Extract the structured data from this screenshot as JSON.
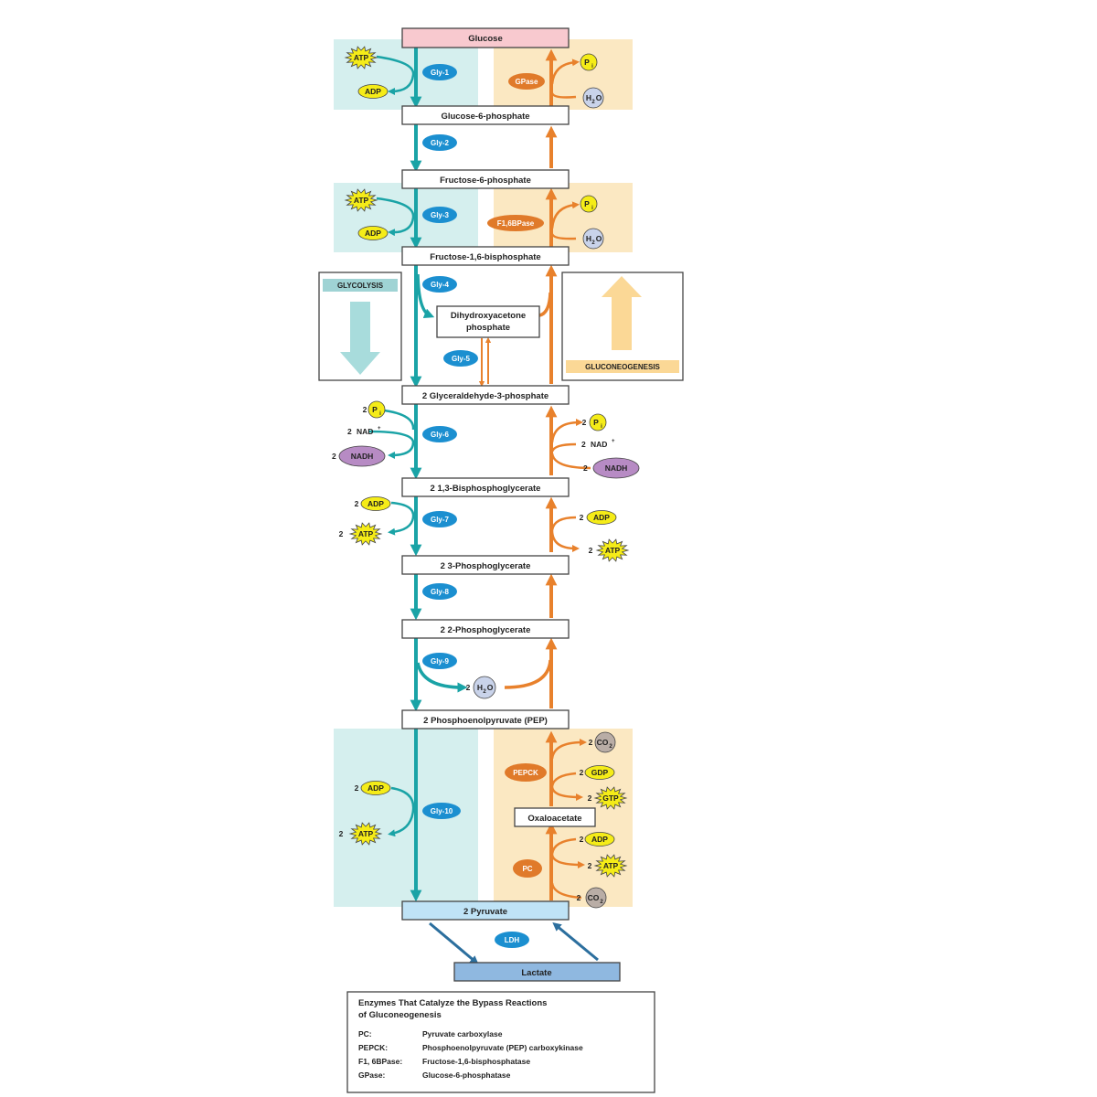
{
  "metabolites": {
    "glucose": "Glucose",
    "g6p": "Glucose-6-phosphate",
    "f6p": "Fructose-6-phosphate",
    "f16bp": "Fructose-1,6-bisphosphate",
    "dhap_1": "Dihydroxyacetone",
    "dhap_2": "phosphate",
    "g3p": "2 Glyceraldehyde-3-phosphate",
    "bpg": "2 1,3-Bisphosphoglycerate",
    "pg3": "2 3-Phosphoglycerate",
    "pg2": "2 2-Phosphoglycerate",
    "pep": "2 Phosphoenolpyruvate (PEP)",
    "oaa": "Oxaloacetate",
    "pyruvate": "2 Pyruvate",
    "lactate": "Lactate"
  },
  "enzymes": {
    "gly1": "Gly-1",
    "gly2": "Gly-2",
    "gly3": "Gly-3",
    "gly4": "Gly-4",
    "gly5": "Gly-5",
    "gly6": "Gly-6",
    "gly7": "Gly-7",
    "gly8": "Gly-8",
    "gly9": "Gly-9",
    "gly10": "Gly-10",
    "ldh": "LDH",
    "gpase": "GPase",
    "f16bpase": "F1,6BPase",
    "pepck": "PEPCK",
    "pc": "PC"
  },
  "cofactors": {
    "atp": "ATP",
    "adp": "ADP",
    "pi": "P",
    "pi_sub": "i",
    "h2o_h": "H",
    "h2o_sub": "2",
    "h2o_o": "O",
    "nad": "NAD",
    "nad_sup": "+",
    "nadh": "NADH",
    "gdp": "GDP",
    "gtp": "GTP",
    "co2_c": "CO",
    "co2_sub": "2",
    "two": "2"
  },
  "panels": {
    "glycolysis": "GLYCOLYSIS",
    "gluconeogenesis": "GLUCONEOGENESIS"
  },
  "legend": {
    "title_1": "Enzymes That Catalyze the Bypass Reactions",
    "title_2": "of Gluconeogenesis",
    "rows": [
      {
        "abbr": "PC:",
        "name": "Pyruvate carboxylase"
      },
      {
        "abbr": "PEPCK:",
        "name": "Phosphoenolpyruvate (PEP) carboxykinase"
      },
      {
        "abbr": "F1, 6BPase:",
        "name": "Fructose-1,6-bisphosphatase"
      },
      {
        "abbr": "GPase:",
        "name": "Glucose-6-phosphatase"
      }
    ]
  },
  "colors": {
    "glycolysis_arrow": "#1aa3a6",
    "gluconeo_arrow": "#e8812c",
    "enzyme_blue": "#1b8fd0",
    "enzyme_orange": "#e07a2a",
    "teal_bg": "#d5efee",
    "tan_bg": "#fbe8c2",
    "atp_yellow": "#f5ec18",
    "nadh_purple": "#b78bc4",
    "h2o_blue": "#c9d3ea",
    "co2_gray": "#b9ada6"
  }
}
